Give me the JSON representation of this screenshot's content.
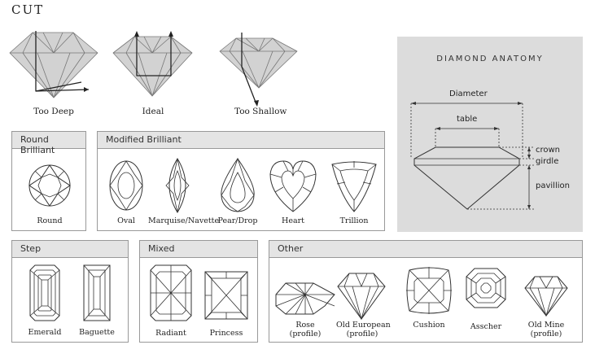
{
  "page_title": "CUT",
  "cut_depth": {
    "labels": [
      "Too Deep",
      "Ideal",
      "Too Shallow"
    ]
  },
  "anatomy": {
    "title": "DIAMOND ANATOMY",
    "diameter": "Diameter",
    "table": "table",
    "crown": "crown",
    "girdle": "girdle",
    "pavillion": "pavillion"
  },
  "panels": {
    "round_brilliant": {
      "title": "Round Brilliant",
      "items": [
        "Round"
      ]
    },
    "modified_brilliant": {
      "title": "Modified Brilliant",
      "items": [
        "Oval",
        "Marquise/Navette",
        "Pear/Drop",
        "Heart",
        "Trillion"
      ]
    },
    "step": {
      "title": "Step",
      "items": [
        "Emerald",
        "Baguette"
      ]
    },
    "mixed": {
      "title": "Mixed",
      "items": [
        "Radiant",
        "Princess"
      ]
    },
    "other": {
      "title": "Other",
      "items": [
        {
          "line1": "Rose",
          "line2": "(profile)"
        },
        {
          "line1": "Old European",
          "line2": "(profile)"
        },
        {
          "line1": "Cushion",
          "line2": ""
        },
        {
          "line1": "Asscher",
          "line2": ""
        },
        {
          "line1": "Old Mine",
          "line2": "(profile)"
        }
      ]
    }
  }
}
